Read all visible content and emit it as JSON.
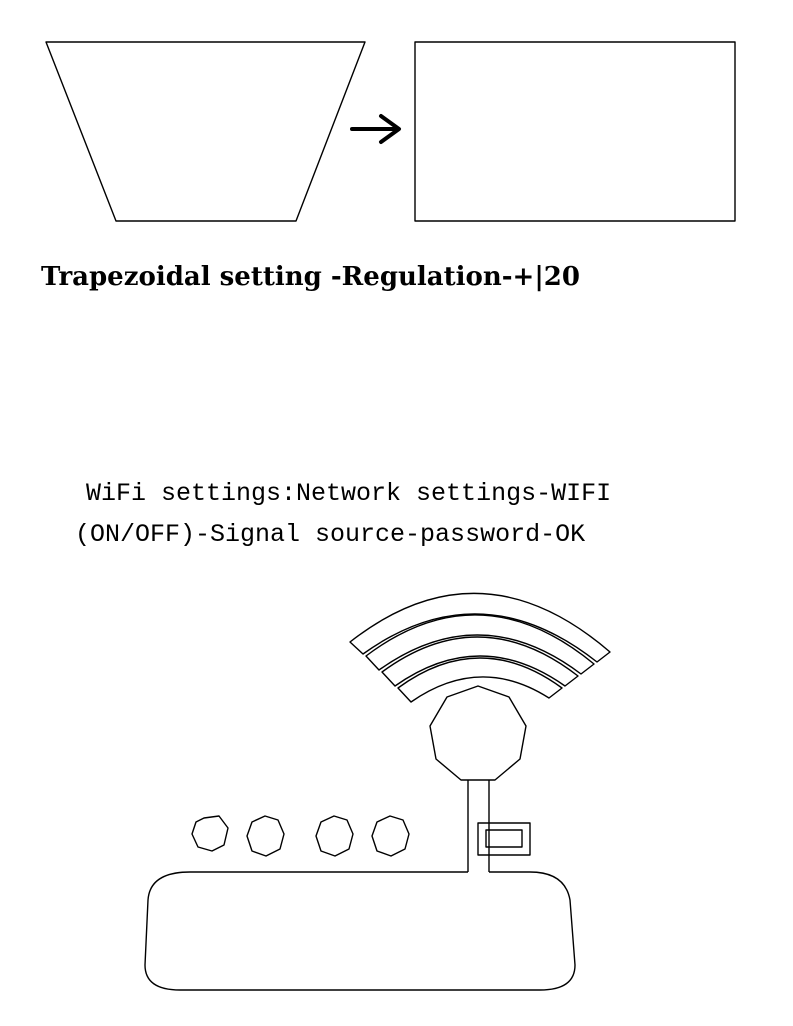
{
  "keystone": {
    "caption": "Trapezoidal setting -Regulation-+|20"
  },
  "wifi": {
    "caption_line1": "WiFi settings:Network settings-WIFI",
    "caption_line2": "(ON/OFF)-Signal source-password-OK"
  },
  "icons": {
    "before": "trapezoid-screen-icon",
    "arrow": "right-arrow-icon",
    "after": "rectangle-screen-icon",
    "router": "wifi-router-icon"
  }
}
